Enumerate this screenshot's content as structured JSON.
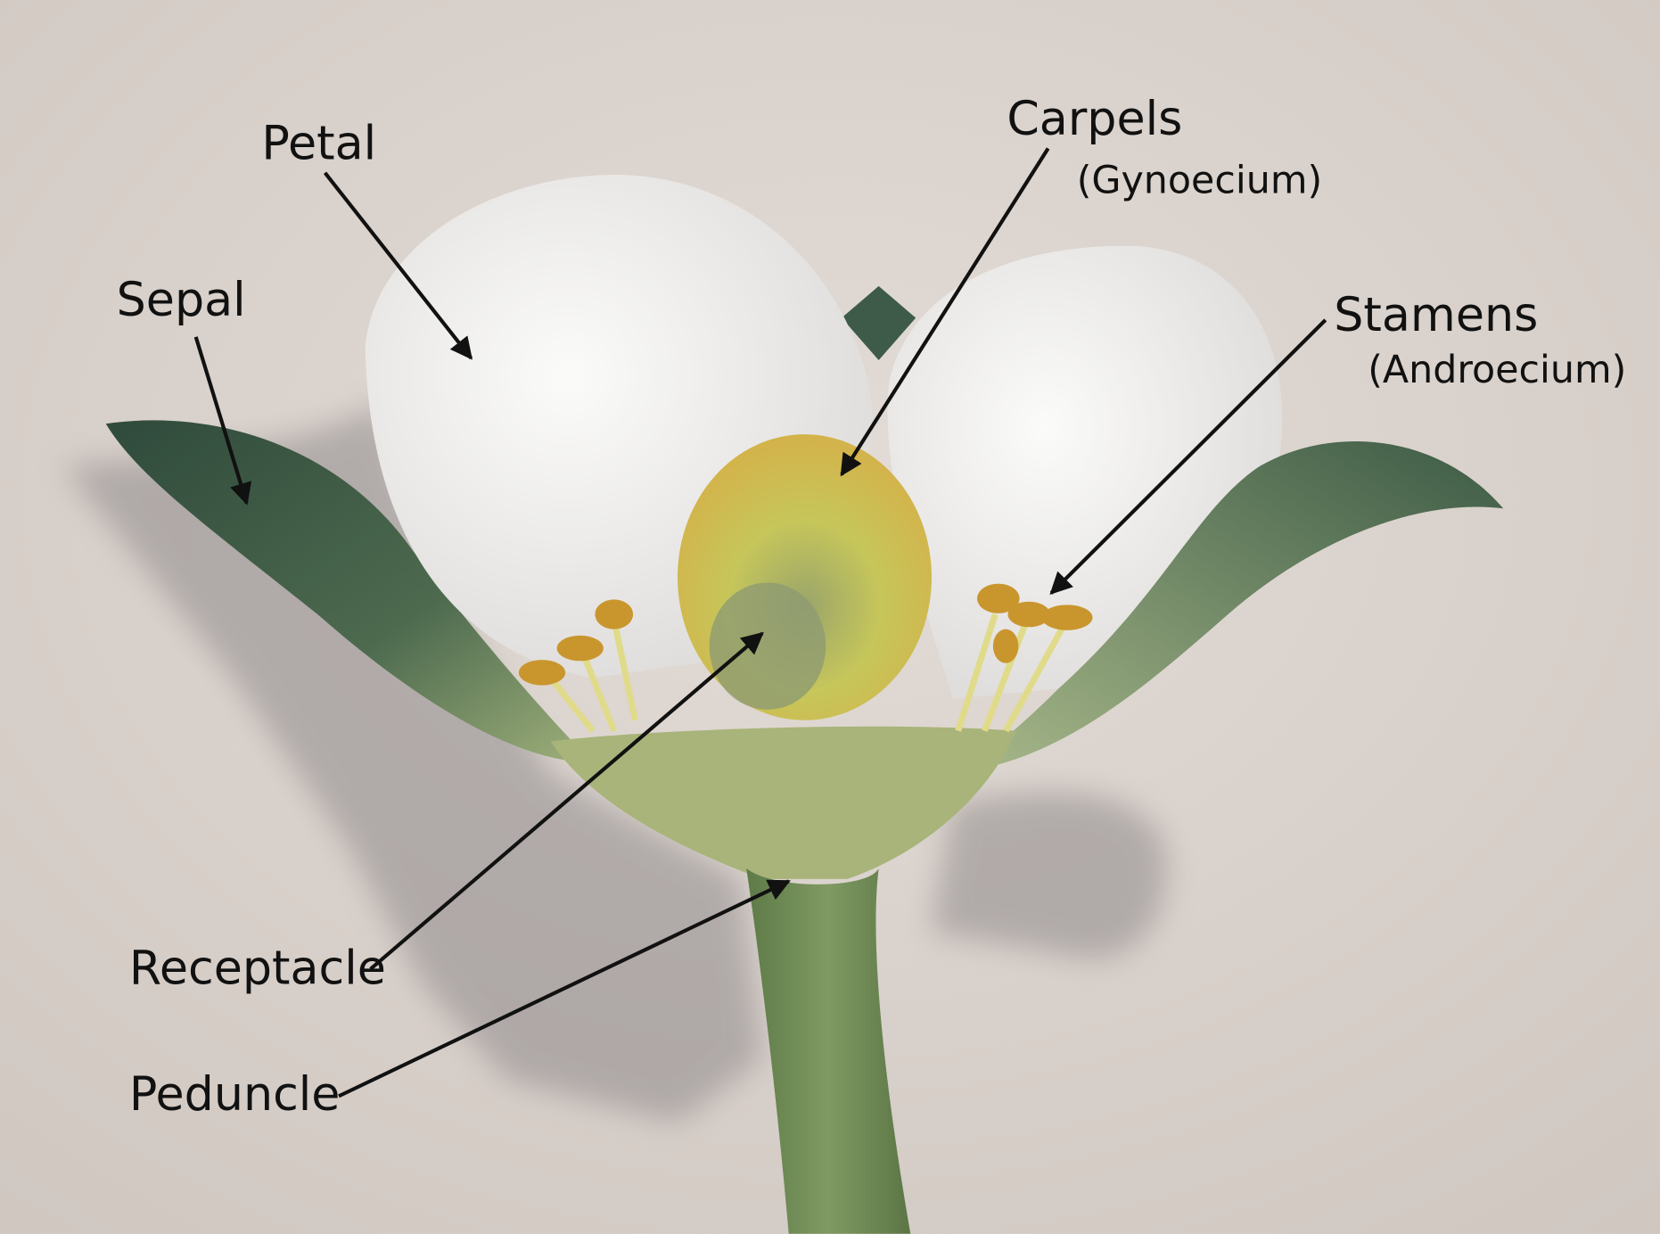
{
  "labels": {
    "petal": "Petal",
    "sepal": "Sepal",
    "carpels": "Carpels",
    "gynoecium": "(Gynoecium)",
    "stamens": "Stamens",
    "androecium": "(Androecium)",
    "receptacle": "Receptacle",
    "peduncle": "Peduncle"
  },
  "colors": {
    "background": "#d8d0ca",
    "sepal": "#3f5c48",
    "petal": "#f2f1ef",
    "carpels": "#c9c456",
    "anther": "#c9962e",
    "stem": "#6f8a55",
    "arrow": "#111111"
  }
}
